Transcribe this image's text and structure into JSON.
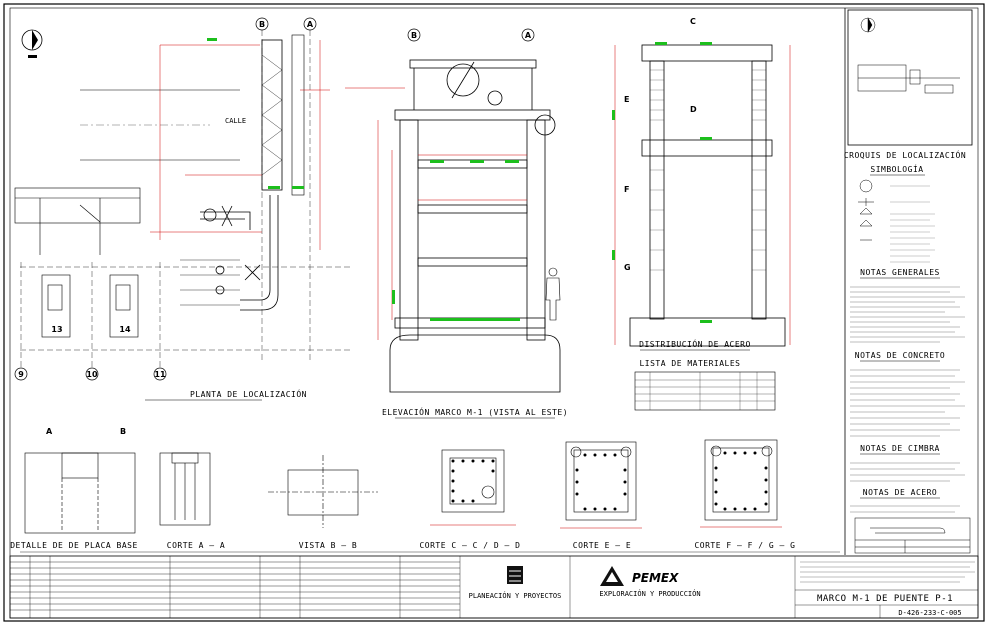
{
  "drawing": {
    "grid_bubbles": {
      "plan_top_b": "B",
      "plan_top_a": "A",
      "elev_top_b": "B",
      "elev_top_a": "A",
      "plan_bottom_9": "9",
      "plan_bottom_10": "10",
      "plan_bottom_11": "11"
    },
    "views": {
      "plan_title": "PLANTA DE LOCALIZACIÓN",
      "elevation_title": "ELEVACIÓN MARCO M-1 (VISTA AL ESTE)",
      "rebar_title": "DISTRIBUCIÓN DE ACERO",
      "location_sketch_title": "CROQUIS DE LOCALIZACIÓN",
      "base_plate_detail": "DETALLE DE DE PLACA BASE",
      "section_aa": "CORTE A – A",
      "view_bb": "VISTA B – B",
      "section_cc": "CORTE C – C / D – D",
      "section_ee": "CORTE E – E",
      "section_ff": "CORTE F – F / G – G"
    },
    "plan_labels": {
      "calle": "CALLE",
      "tank_13": "13",
      "tank_14": "14"
    },
    "section_cut_letters": [
      "A",
      "B",
      "A",
      "B",
      "C",
      "D",
      "E",
      "F",
      "G"
    ],
    "notes": {
      "simbologia_title": "SIMBOLOGÍA",
      "notas_generales_title": "NOTAS GENERALES",
      "notas_concreto_title": "NOTAS DE CONCRETO",
      "notas_cimbra_title": "NOTAS DE CIMBRA",
      "notas_acero_title": "NOTAS DE ACERO",
      "lista_materiales_title": "LISTA DE MATERIALES"
    },
    "title_block": {
      "company_left": "PLANEACIÓN Y PROYECTOS",
      "brand": "PEMEX",
      "division": "EXPLORACIÓN Y PRODUCCIÓN",
      "drawing_title": "MARCO M-1 DE PUENTE P-1",
      "drawing_number": "D-426-233-C-005"
    }
  }
}
